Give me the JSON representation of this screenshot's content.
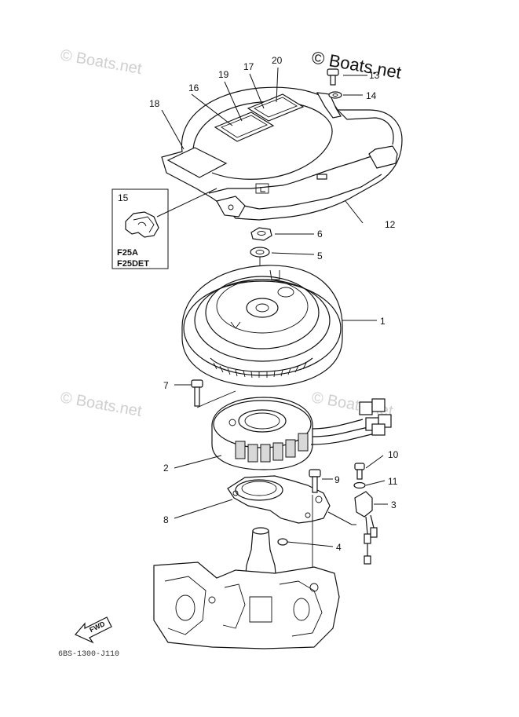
{
  "watermarks": {
    "main": "© Boats.net",
    "faint": "© Boats.net"
  },
  "callouts": {
    "p1": "1",
    "p2": "2",
    "p3": "3",
    "p4": "4",
    "p5": "5",
    "p6": "6",
    "p7": "7",
    "p8": "8",
    "p9": "9",
    "p10": "10",
    "p11": "11",
    "p12": "12",
    "p13": "13",
    "p14": "14",
    "p15": "15",
    "p16": "16",
    "p17": "17",
    "p18": "18",
    "p19": "19",
    "p20": "20"
  },
  "inset": {
    "variant_1": "F25A",
    "variant_2": "F25DET"
  },
  "direction_badge": "FWD",
  "drawing_code": "6BS-1300-J110"
}
